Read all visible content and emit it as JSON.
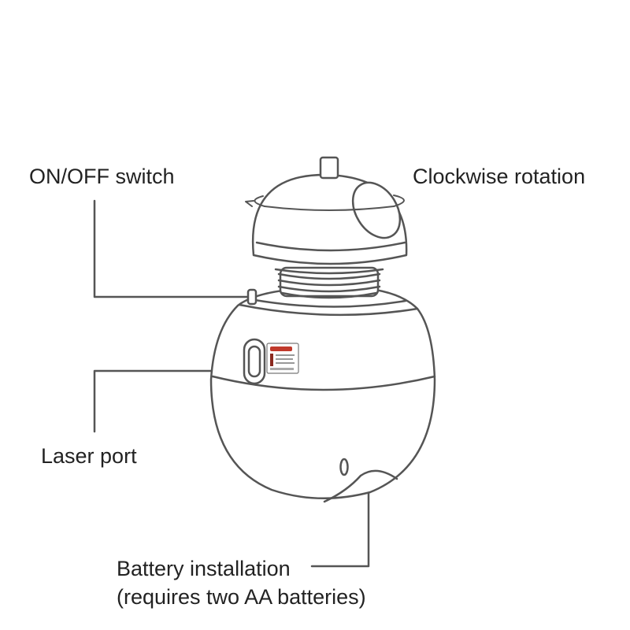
{
  "labels": {
    "on_off_switch": "ON/OFF switch",
    "clockwise_rotation": "Clockwise rotation",
    "laser_port": "Laser port",
    "battery_line1": "Battery installation",
    "battery_line2": "(requires two AA batteries)"
  },
  "colors": {
    "stroke": "#555555",
    "text": "#222222",
    "background": "#ffffff",
    "label_sticker": "#c0392b"
  }
}
